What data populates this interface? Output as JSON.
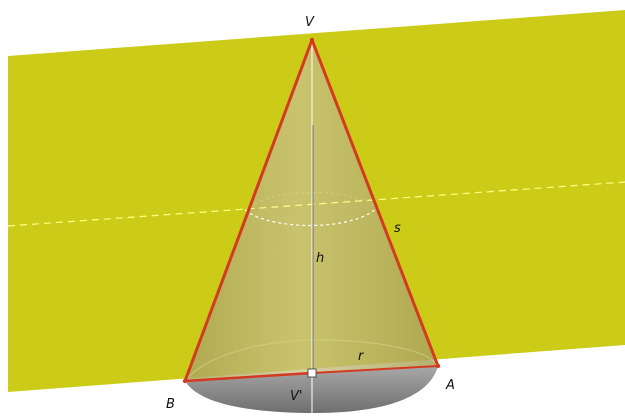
{
  "labels": {
    "apex": "V",
    "slant_height": "s",
    "height": "h",
    "radius": "r",
    "base_center": "V'",
    "point_a": "A",
    "point_b": "B"
  },
  "colors": {
    "plane": "#cccc18",
    "plane_dashed_line": "#ffff88",
    "cone_body": "#b8b06a",
    "base_disk": "#8d8d8d",
    "edge": "#d43a1f",
    "axis": "#ffffff",
    "section_ellipse": "#ffffff"
  }
}
